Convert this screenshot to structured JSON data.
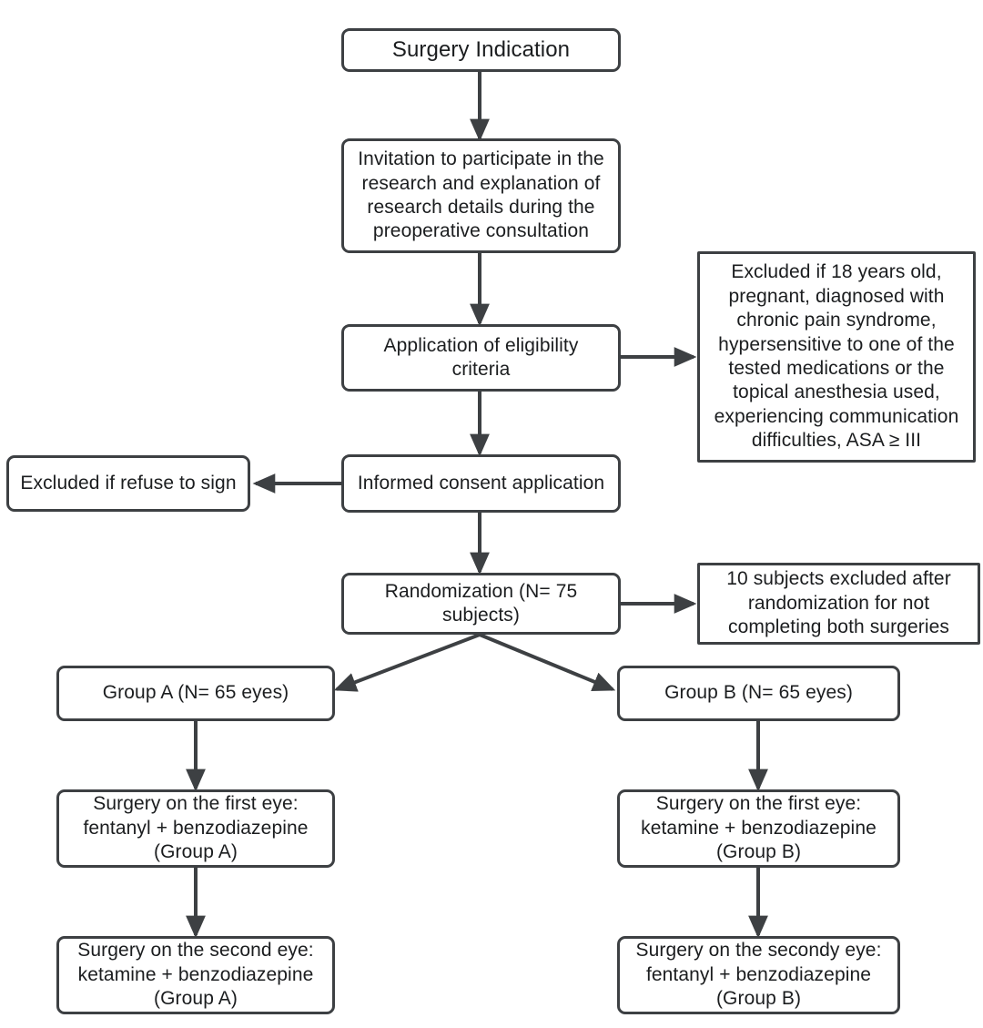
{
  "diagram": {
    "title": "Study enrollment and randomization flowchart",
    "stroke_color": "#3d4043",
    "text_color": "#1b1d1f",
    "background": "#ffffff",
    "nodes": [
      {
        "id": "surgery-indication",
        "label": "Surgery Indication",
        "shape": "rounded-rect"
      },
      {
        "id": "invitation",
        "label": "Invitation to participate in the\nresearch and explanation of\nresearch details during the\npreoperative consultation",
        "shape": "rounded-rect"
      },
      {
        "id": "eligibility-criteria",
        "label": "Application of eligibility\ncriteria",
        "shape": "rounded-rect"
      },
      {
        "id": "exclusion-criteria",
        "label": "Excluded if 18 years old,\npregnant, diagnosed with\nchronic pain syndrome,\nhypersensitive to one of the\ntested medications or the\ntopical anesthesia used,\nexperiencing communication\ndifficulties, ASA ≥ III",
        "shape": "rect"
      },
      {
        "id": "informed-consent",
        "label": "Informed consent application",
        "shape": "rounded-rect"
      },
      {
        "id": "excluded-refuse-sign",
        "label": "Excluded if refuse to sign",
        "shape": "rounded-rect"
      },
      {
        "id": "randomization",
        "label": "Randomization (N= 75\nsubjects)",
        "shape": "rounded-rect"
      },
      {
        "id": "excluded-after-randomization",
        "label": "10 subjects excluded after\nrandomization for not\ncompleting both surgeries",
        "shape": "rect"
      },
      {
        "id": "group-a",
        "label": "Group A (N= 65 eyes)",
        "shape": "rounded-rect"
      },
      {
        "id": "group-b",
        "label": "Group B  (N= 65 eyes)",
        "shape": "rounded-rect"
      },
      {
        "id": "group-a-first-eye",
        "label": "Surgery on the first eye:\nfentanyl + benzodiazepine\n(Group A)",
        "shape": "rounded-rect"
      },
      {
        "id": "group-b-first-eye",
        "label": "Surgery on the first eye:\nketamine + benzodiazepine\n(Group B)",
        "shape": "rounded-rect"
      },
      {
        "id": "group-a-second-eye",
        "label": "Surgery on the second eye:\nketamine + benzodiazepine\n(Group A)",
        "shape": "rounded-rect"
      },
      {
        "id": "group-b-second-eye",
        "label": "Surgery on the secondy eye:\nfentanyl + benzodiazepine\n(Group B)",
        "shape": "rounded-rect"
      }
    ],
    "edges": [
      {
        "id": "edge-indication-to-invitation",
        "from": "surgery-indication",
        "to": "invitation",
        "direction": "down"
      },
      {
        "id": "edge-invitation-to-eligibility",
        "from": "invitation",
        "to": "eligibility-criteria",
        "direction": "down"
      },
      {
        "id": "edge-eligibility-to-exclusion",
        "from": "eligibility-criteria",
        "to": "exclusion-criteria",
        "direction": "right"
      },
      {
        "id": "edge-eligibility-to-consent",
        "from": "eligibility-criteria",
        "to": "informed-consent",
        "direction": "down"
      },
      {
        "id": "edge-consent-to-excluded-refuse",
        "from": "informed-consent",
        "to": "excluded-refuse-sign",
        "direction": "left"
      },
      {
        "id": "edge-consent-to-randomization",
        "from": "informed-consent",
        "to": "randomization",
        "direction": "down"
      },
      {
        "id": "edge-randomization-to-excluded",
        "from": "randomization",
        "to": "excluded-after-randomization",
        "direction": "right"
      },
      {
        "id": "edge-randomization-to-group-a",
        "from": "randomization",
        "to": "group-a",
        "direction": "down-left"
      },
      {
        "id": "edge-randomization-to-group-b",
        "from": "randomization",
        "to": "group-b",
        "direction": "down-right"
      },
      {
        "id": "edge-group-a-to-first-eye",
        "from": "group-a",
        "to": "group-a-first-eye",
        "direction": "down"
      },
      {
        "id": "edge-group-b-to-first-eye",
        "from": "group-b",
        "to": "group-b-first-eye",
        "direction": "down"
      },
      {
        "id": "edge-a-first-to-a-second",
        "from": "group-a-first-eye",
        "to": "group-a-second-eye",
        "direction": "down"
      },
      {
        "id": "edge-b-first-to-b-second",
        "from": "group-b-first-eye",
        "to": "group-b-second-eye",
        "direction": "down"
      }
    ]
  }
}
